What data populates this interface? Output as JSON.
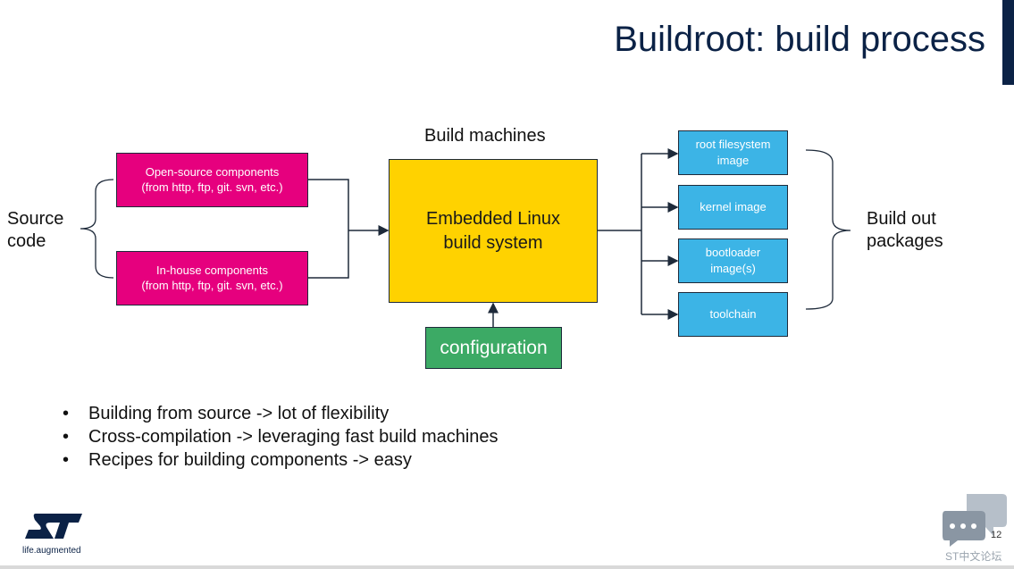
{
  "slide": {
    "title": "Buildroot: build process",
    "page_number": "12",
    "brand_tagline": "life.augmented",
    "forum_watermark": "ST中文论坛"
  },
  "diagram": {
    "source_label": "Source\ncode",
    "build_machines_label": "Build machines",
    "inputs": [
      {
        "text": "Open-source components\n(from http, ftp, git. svn, etc.)"
      },
      {
        "text": "In-house components\n(from http, ftp, git. svn, etc.)"
      }
    ],
    "core": {
      "text": "Embedded Linux\nbuild system"
    },
    "configuration": "configuration",
    "outputs": [
      {
        "text": "root filesystem\nimage"
      },
      {
        "text": "kernel image"
      },
      {
        "text": "bootloader\nimage(s)"
      },
      {
        "text": "toolchain"
      }
    ],
    "output_label": "Build out\npackages"
  },
  "bullets": [
    "Building from source -> lot of flexibility",
    "Cross-compilation -> leveraging fast build machines",
    "Recipes for building components -> easy"
  ],
  "colors": {
    "title": "#0b2246",
    "inputs": "#e6007e",
    "core": "#ffd200",
    "configuration": "#3caa65",
    "outputs": "#3cb4e6"
  }
}
